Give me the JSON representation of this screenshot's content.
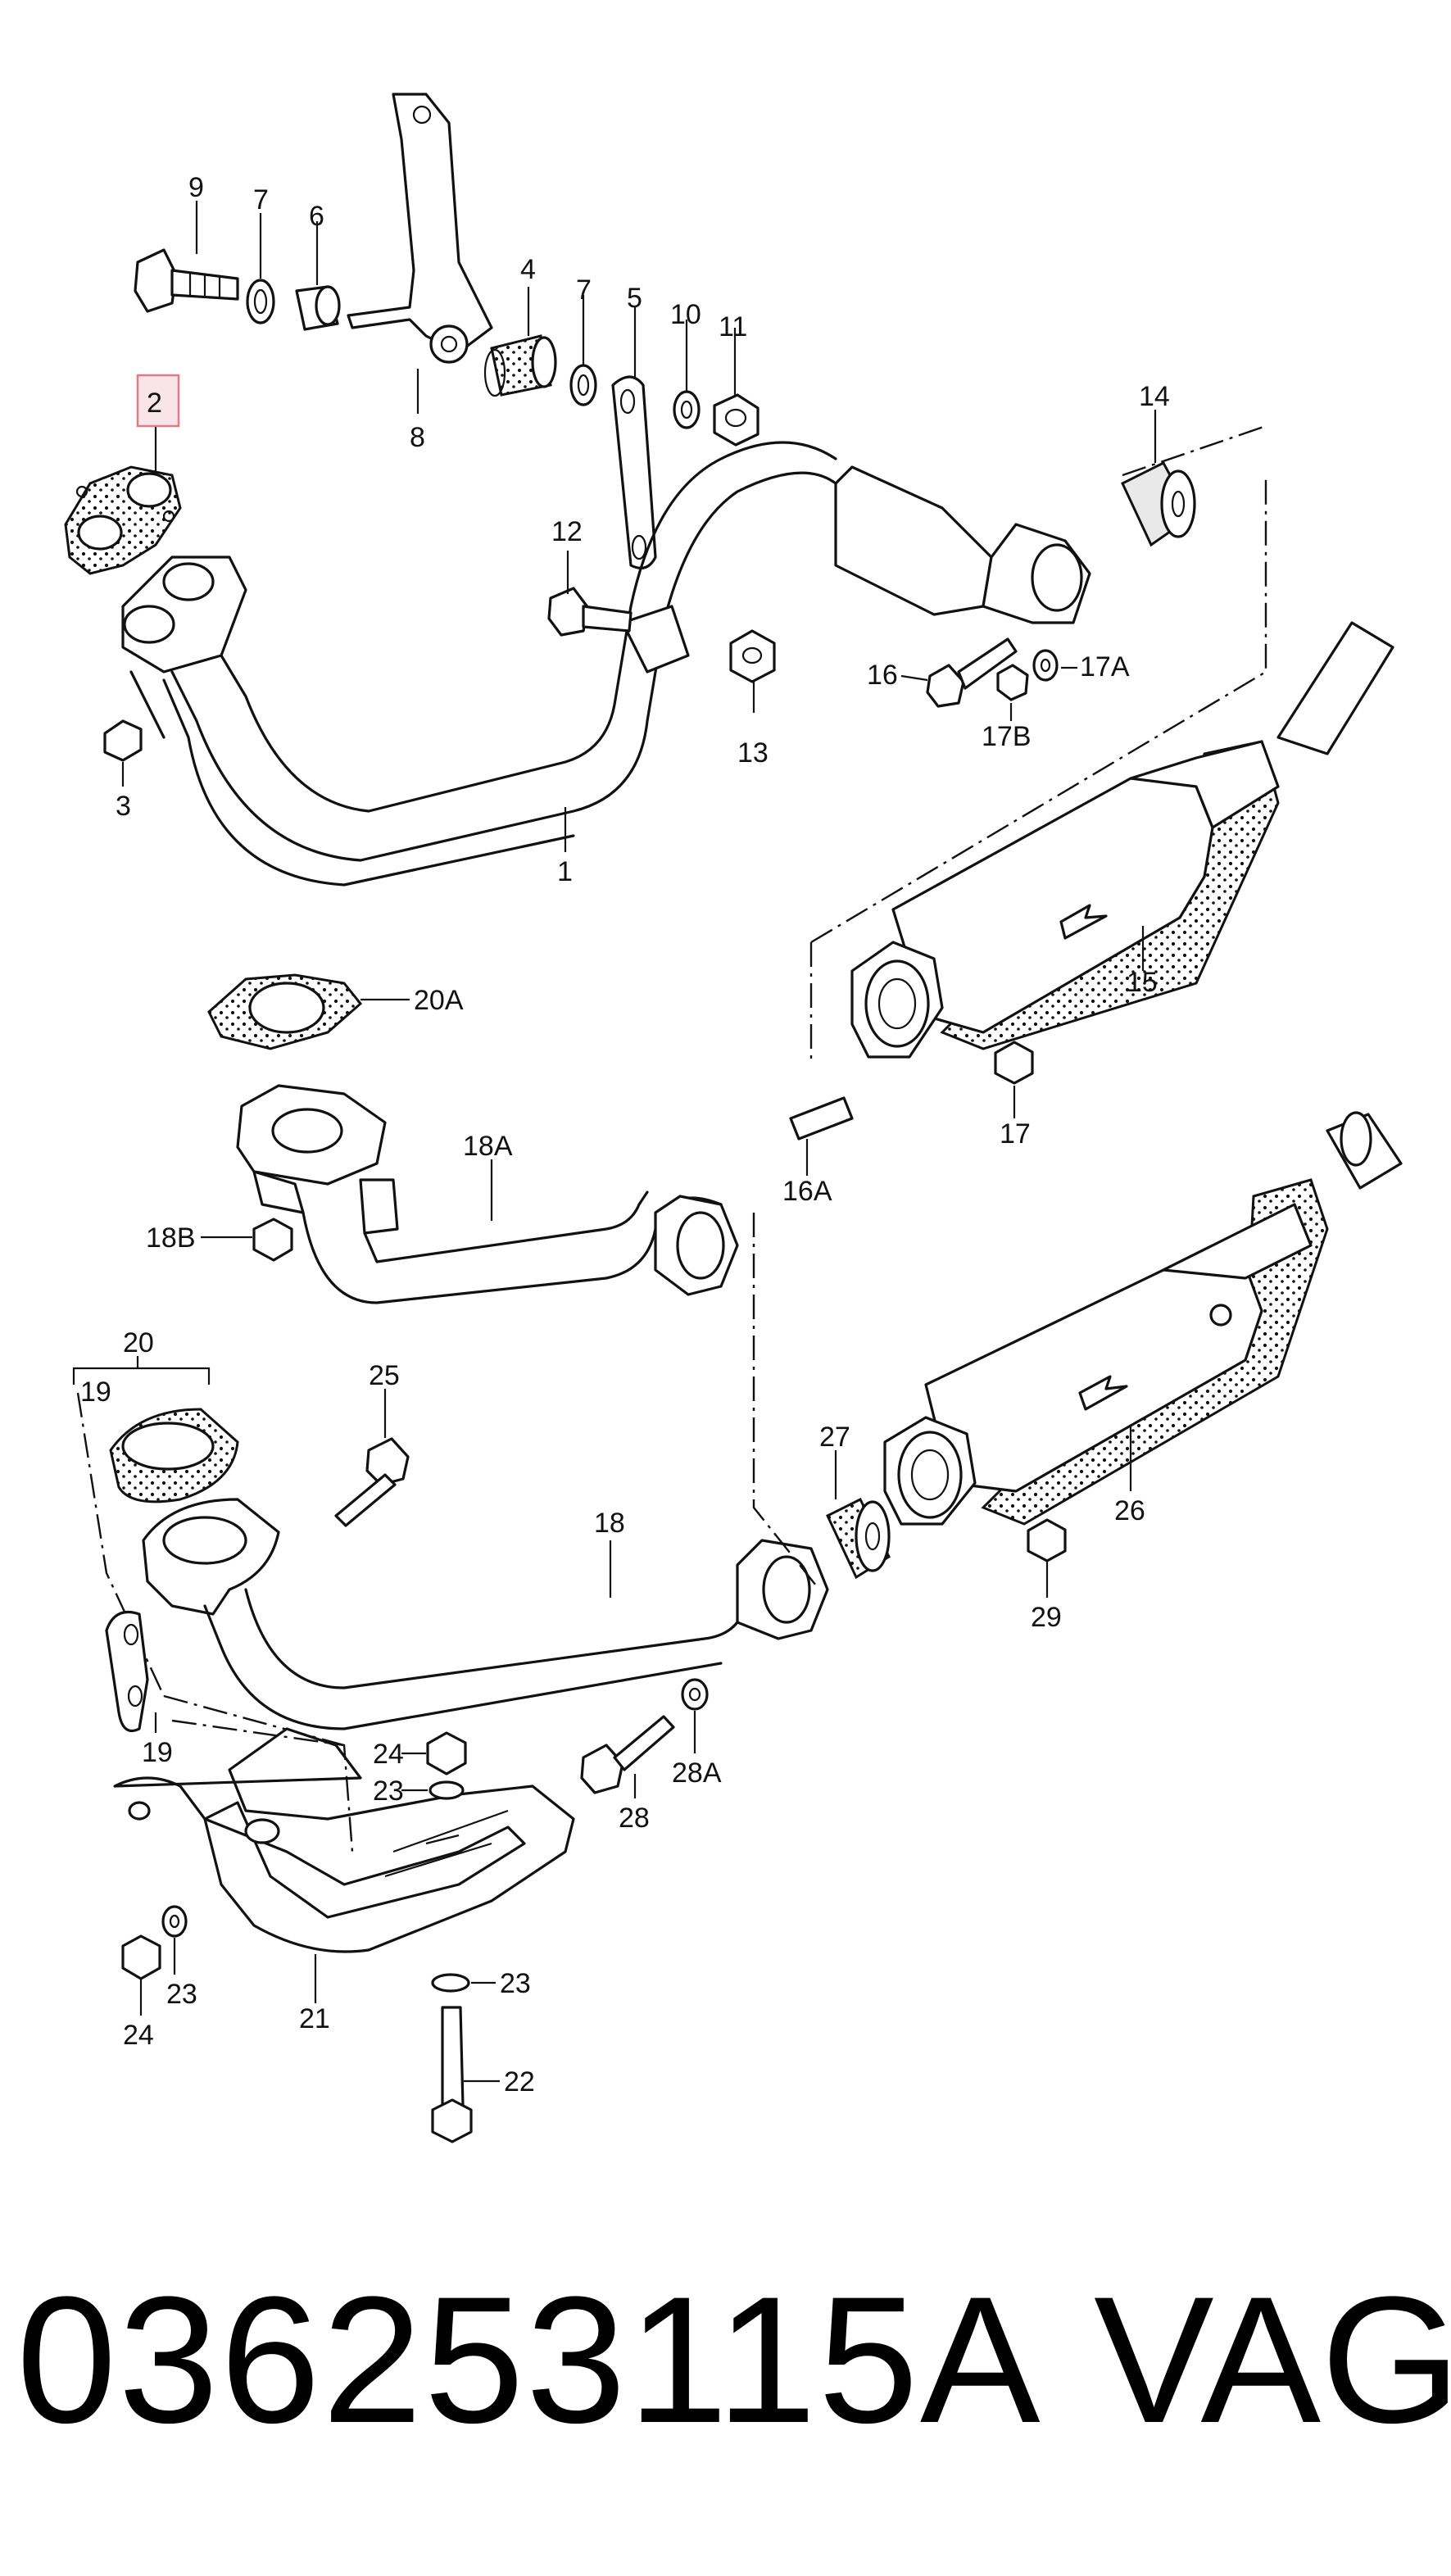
{
  "footer": {
    "part_number": "036253115A",
    "brand": "VAG"
  },
  "highlight_color": "#e07a85",
  "callouts": [
    {
      "id": "c1",
      "text": "1"
    },
    {
      "id": "c2",
      "text": "2"
    },
    {
      "id": "c3",
      "text": "3"
    },
    {
      "id": "c4",
      "text": "4"
    },
    {
      "id": "c5",
      "text": "5"
    },
    {
      "id": "c6",
      "text": "6"
    },
    {
      "id": "c7a",
      "text": "7"
    },
    {
      "id": "c7b",
      "text": "7"
    },
    {
      "id": "c8",
      "text": "8"
    },
    {
      "id": "c9",
      "text": "9"
    },
    {
      "id": "c10",
      "text": "10"
    },
    {
      "id": "c11",
      "text": "11"
    },
    {
      "id": "c12",
      "text": "12"
    },
    {
      "id": "c13",
      "text": "13"
    },
    {
      "id": "c14",
      "text": "14"
    },
    {
      "id": "c15",
      "text": "15"
    },
    {
      "id": "c16",
      "text": "16"
    },
    {
      "id": "c16A",
      "text": "16A"
    },
    {
      "id": "c17",
      "text": "17"
    },
    {
      "id": "c17A",
      "text": "17A"
    },
    {
      "id": "c17B",
      "text": "17B"
    },
    {
      "id": "c18",
      "text": "18"
    },
    {
      "id": "c18A",
      "text": "18A"
    },
    {
      "id": "c18B",
      "text": "18B"
    },
    {
      "id": "c19a",
      "text": "19"
    },
    {
      "id": "c19b",
      "text": "19"
    },
    {
      "id": "c20",
      "text": "20"
    },
    {
      "id": "c20A",
      "text": "20A"
    },
    {
      "id": "c21",
      "text": "21"
    },
    {
      "id": "c22",
      "text": "22"
    },
    {
      "id": "c23a",
      "text": "23"
    },
    {
      "id": "c23b",
      "text": "23"
    },
    {
      "id": "c23c",
      "text": "23"
    },
    {
      "id": "c24a",
      "text": "24"
    },
    {
      "id": "c24b",
      "text": "24"
    },
    {
      "id": "c25",
      "text": "25"
    },
    {
      "id": "c26",
      "text": "26"
    },
    {
      "id": "c27",
      "text": "27"
    },
    {
      "id": "c28",
      "text": "28"
    },
    {
      "id": "c28A",
      "text": "28A"
    },
    {
      "id": "c29",
      "text": "29"
    }
  ]
}
